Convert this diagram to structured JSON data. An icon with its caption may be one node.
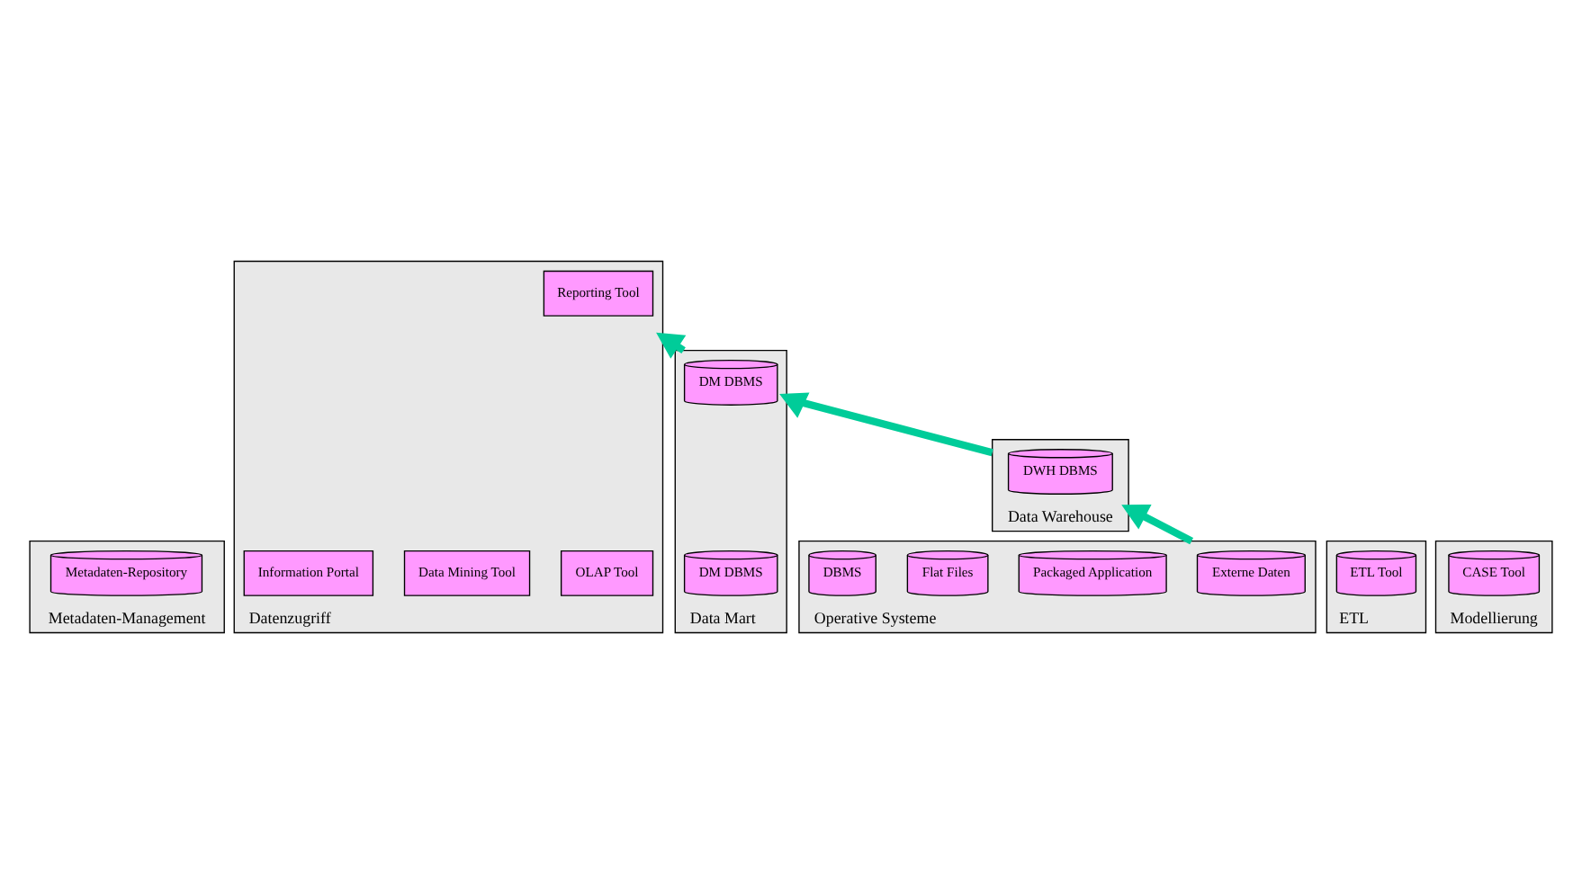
{
  "diagram": {
    "nodes": [
      {
        "text": [
          "Metadaten-Management"
        ]
      },
      {
        "text": [
          "Metadaten-Repository"
        ],
        "in": 0
      },
      {
        "text": [
          "Datenzugriff"
        ]
      },
      {
        "text": [
          "Reporting Tool"
        ],
        "in": 2
      },
      {
        "text": [
          "OLAP Tool"
        ],
        "in": 2
      },
      {
        "text": [
          "Data Mining Tool"
        ],
        "in": 2
      },
      {
        "text": [
          "Information Portal"
        ],
        "in": 2
      },
      {
        "text": [
          "ETL"
        ]
      },
      {
        "text": [
          "ETL Tool"
        ],
        "in": 7
      },
      {
        "text": [
          "Data Mart"
        ]
      },
      {
        "text": [
          "DM DBMS"
        ],
        "in": 9
      },
      {
        "text": [
          "DM DBMS"
        ],
        "in": 9
      },
      {
        "text": [
          "Modellierung"
        ]
      },
      {
        "text": [
          "CASE Tool"
        ],
        "in": 12
      },
      {
        "text": [
          "Data Warehouse"
        ]
      },
      {
        "text": [
          "DWH DBMS"
        ],
        "in": 14
      },
      {
        "text": [
          "Operative Systeme"
        ]
      },
      {
        "text": [
          "Externe Daten"
        ],
        "in": 16
      },
      {
        "text": [
          "Packaged Application"
        ],
        "in": 16
      },
      {
        "text": [
          "Flat Files"
        ],
        "in": 16
      },
      {
        "text": [
          "DBMS"
        ],
        "in": 16
      }
    ],
    "edges": [
      {
        "from": 16,
        "to": 14,
        "arrow": "to"
      },
      {
        "from": 14,
        "to": 9,
        "arrow": "to"
      },
      {
        "from": 9,
        "to": 2,
        "arrow": "to"
      }
    ]
  }
}
